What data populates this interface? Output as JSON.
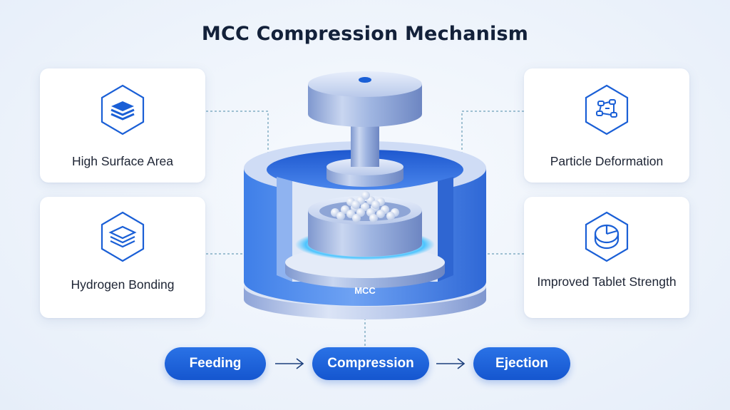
{
  "title": "MCC Compression Mechanism",
  "features": {
    "top_left": {
      "label": "High Surface Area",
      "icon": "layers-icon"
    },
    "bottom_left": {
      "label": "Hydrogen Bonding",
      "icon": "stacked-sheets-icon"
    },
    "top_right": {
      "label": "Particle Deformation",
      "icon": "molecule-network-icon"
    },
    "bottom_right": {
      "label": "Improved Tablet Strength",
      "icon": "pie-chart-icon"
    }
  },
  "press": {
    "base_label": "MCC"
  },
  "process_steps": [
    {
      "label": "Feeding"
    },
    {
      "label": "Compression"
    },
    {
      "label": "Ejection"
    }
  ],
  "colors": {
    "accent": "#1a5fd6",
    "pill": "#1556cf",
    "card": "#ffffff",
    "title": "#13213a",
    "connector": "#3f7fa0"
  }
}
